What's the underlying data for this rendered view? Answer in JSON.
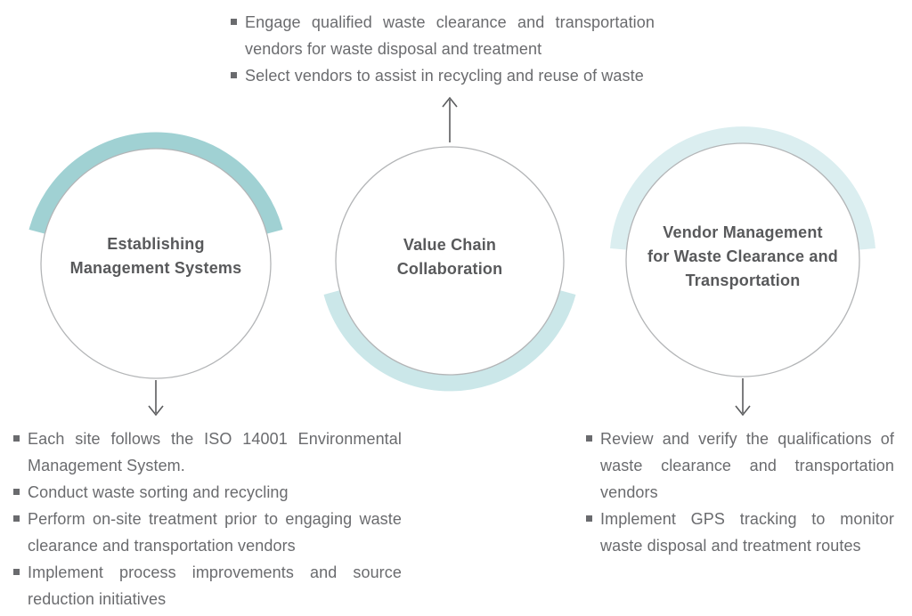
{
  "colors": {
    "arc_left": "#a0d1d3",
    "arc_middle": "#cbe7e9",
    "arc_right": "#dbeef0",
    "circle_fill": "#ffffff",
    "circle_border": "#b3b5b7",
    "arrow": "#5b5c5e",
    "title_text": "#58595b",
    "body_text": "#6a6b6e"
  },
  "circles": [
    {
      "title_lines": [
        "Establishing",
        "Management Systems"
      ]
    },
    {
      "title_lines": [
        "Value Chain",
        "Collaboration"
      ]
    },
    {
      "title_lines": [
        "Vendor Management",
        "for Waste Clearance and",
        "Transportation"
      ]
    }
  ],
  "top_notes": {
    "items": [
      "Engage qualified waste clearance and transportation vendors for waste disposal and treatment",
      "Select vendors to assist in recycling and reuse of waste"
    ]
  },
  "bottom_left_notes": {
    "items": [
      "Each site follows the ISO 14001 Environmental Management System.",
      "Conduct waste sorting and recycling",
      "Perform on-site treatment prior to engaging waste clearance and transportation vendors",
      "Implement process improvements and source reduction initiatives"
    ]
  },
  "bottom_right_notes": {
    "items": [
      "Review and verify the qualifications of waste clearance and transportation vendors",
      "Implement GPS tracking to monitor waste disposal and treatment routes"
    ]
  }
}
